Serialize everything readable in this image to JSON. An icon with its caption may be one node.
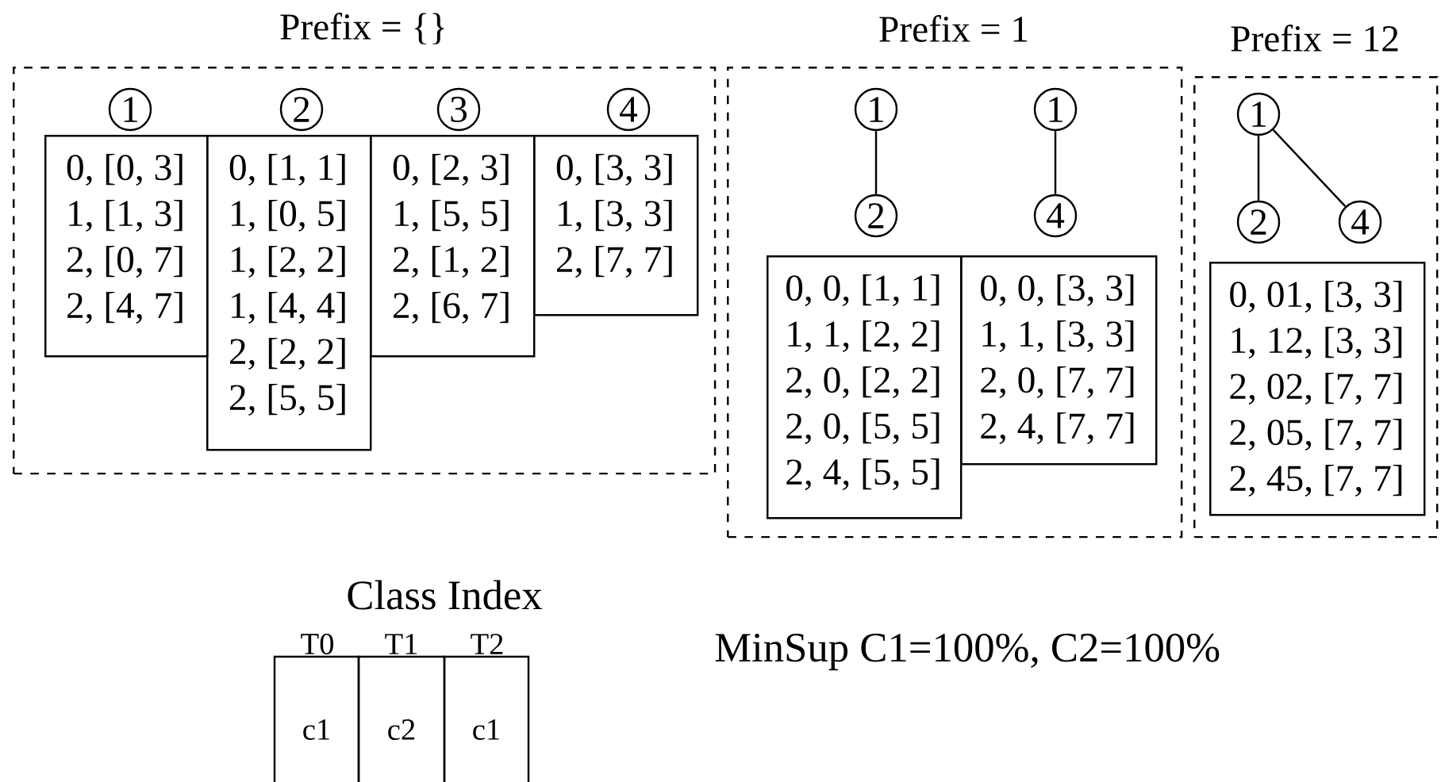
{
  "diagram": {
    "nodes": [
      {
        "text": [
          "Prefix = {}"
        ]
      },
      {
        "text": [
          "1"
        ],
        "in": 0
      },
      {
        "text": [
          "2"
        ],
        "in": 0
      },
      {
        "text": [
          "3"
        ],
        "in": 0
      },
      {
        "text": [
          "4"
        ],
        "in": 0
      },
      {
        "text": [
          "0, [0, 3]",
          "1, [1, 3]",
          "2, [0, 7]",
          "2, [4, 7]"
        ],
        "in": 0
      },
      {
        "text": [
          "0, [1, 1]",
          "1, [0, 5]",
          "1, [2, 2]",
          "1, [4, 4]",
          "2, [2, 2]",
          "2, [5, 5]"
        ],
        "in": 0
      },
      {
        "text": [
          "0, [2, 3]",
          "1, [5, 5]",
          "2, [1, 2]",
          "2, [6, 7]"
        ],
        "in": 0
      },
      {
        "text": [
          "0, [3, 3]",
          "1, [3, 3]",
          "2, [7, 7]"
        ],
        "in": 0
      },
      {
        "text": [
          "Prefix = 1"
        ]
      },
      {
        "text": [
          "1"
        ],
        "in": 9
      },
      {
        "text": [
          "2"
        ],
        "in": 9
      },
      {
        "text": [
          "1"
        ],
        "in": 9
      },
      {
        "text": [
          "4"
        ],
        "in": 9
      },
      {
        "text": [
          "0, 0, [1, 1]",
          "1, 1, [2, 2]",
          "2, 0, [2, 2]",
          "2, 0, [5, 5]",
          "2, 4, [5, 5]"
        ],
        "in": 9
      },
      {
        "text": [
          "0, 0, [3, 3]",
          "1, 1, [3, 3]",
          "2, 0, [7, 7]",
          "2, 4, [7, 7]"
        ],
        "in": 9
      },
      {
        "text": [
          "Prefix = 12"
        ]
      },
      {
        "text": [
          "1"
        ],
        "in": 16
      },
      {
        "text": [
          "2"
        ],
        "in": 16
      },
      {
        "text": [
          "4"
        ],
        "in": 16
      },
      {
        "text": [
          "0, 01, [3, 3]",
          "1, 12, [3, 3]",
          "2, 02, [7, 7]",
          "2, 05, [7, 7]",
          "2, 45, [7, 7]"
        ],
        "in": 16
      }
    ],
    "edges": [
      {
        "from": 10,
        "to": 11,
        "arrow": "none"
      },
      {
        "from": 12,
        "to": 13,
        "arrow": "none"
      },
      {
        "from": 17,
        "to": 18,
        "arrow": "none"
      },
      {
        "from": 17,
        "to": 19,
        "arrow": "none"
      }
    ],
    "labels": [
      "Class Index",
      "T0",
      "T1",
      "T2",
      "c1",
      "c2",
      "c1",
      "MinSup C1=100%, C2=100%"
    ]
  }
}
